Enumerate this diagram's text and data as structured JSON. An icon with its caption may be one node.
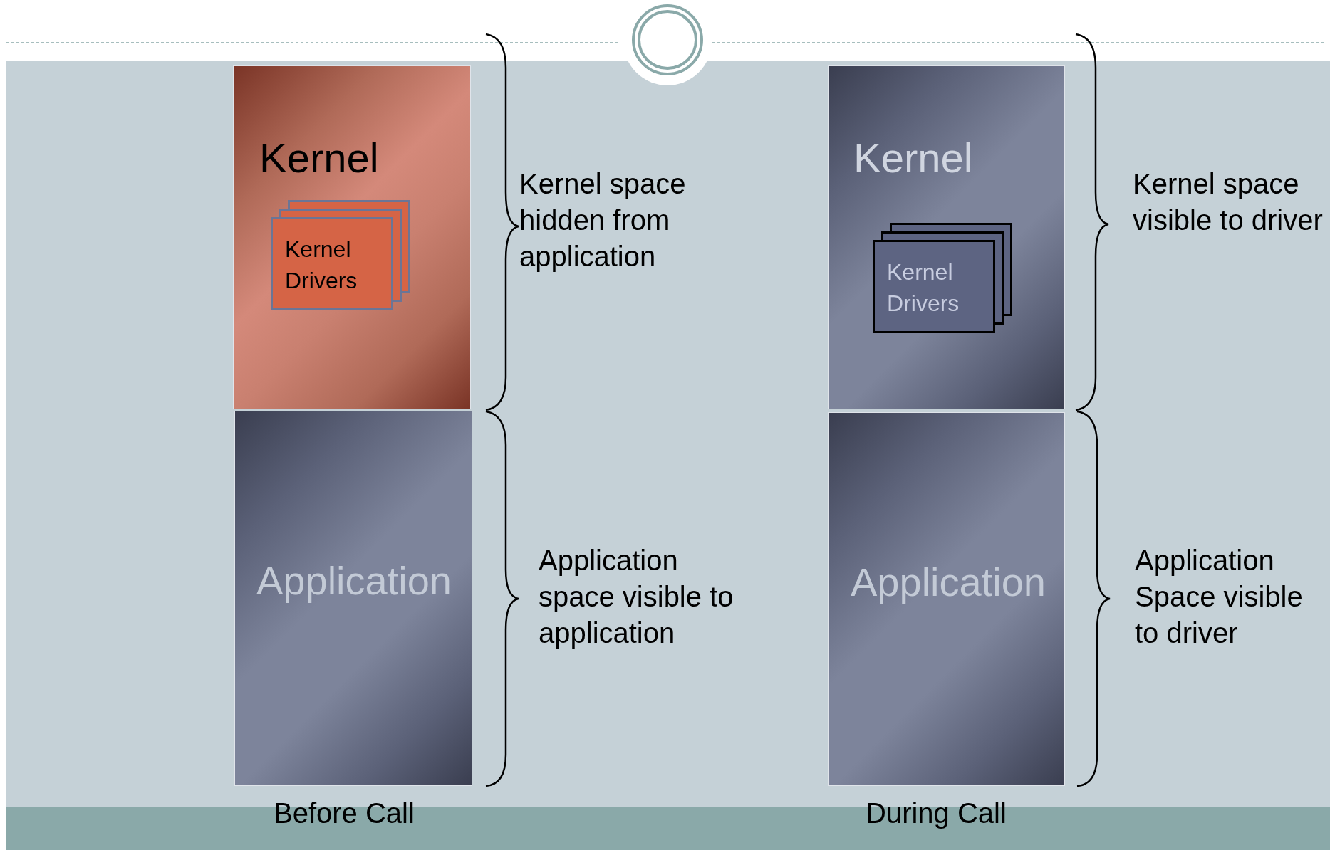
{
  "diagram": {
    "nodes": [
      {
        "text": [
          "Kernel"
        ]
      },
      {
        "text": [
          "Kernel Drivers"
        ],
        "in": 0
      },
      {
        "text": [
          "Application"
        ]
      },
      {
        "text": [
          "Kernel"
        ]
      },
      {
        "text": [
          "Kernel Drivers"
        ],
        "in": 3
      },
      {
        "text": [
          "Application"
        ]
      }
    ],
    "edges": [],
    "labels": [
      "Kernel space hidden from application",
      "Kernel space visible to driver",
      "Application space visible to application",
      "Application Space visible to driver",
      "Before Call",
      "During Call"
    ]
  }
}
